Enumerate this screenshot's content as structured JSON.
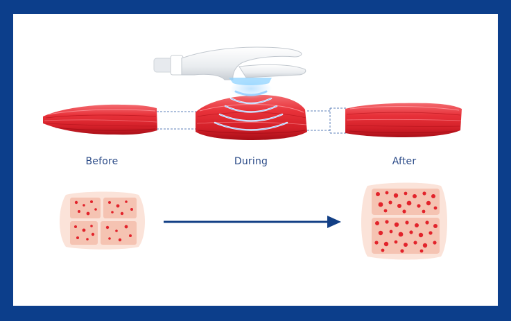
{
  "stages": {
    "before": "Before",
    "during": "During",
    "after": "After"
  },
  "colors": {
    "frame": "#0c3e8b",
    "arrow": "#123f85",
    "muscle": "#e8323a",
    "muscle_dark": "#b9141e",
    "tissue_bg": "#f7cfc0",
    "tissue_border": "#fbe6dc",
    "fat_dot": "#e2232b",
    "wave": "#7fb8ff"
  },
  "icons": {
    "device": "ems-handpiece-icon",
    "arrow": "arrow-right-icon"
  }
}
